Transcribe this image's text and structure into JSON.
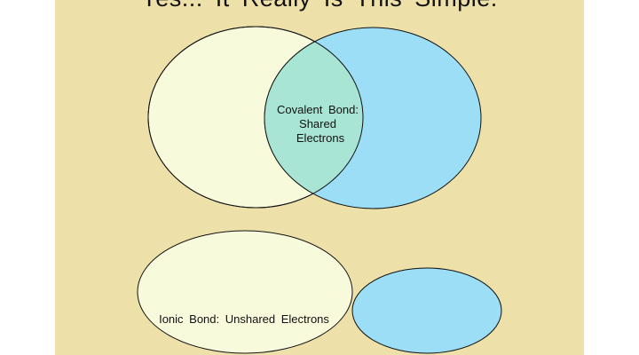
{
  "slide": {
    "title": "Yes... It Really Is This Simple.",
    "covalent_label_line1": "Covalent Bond:",
    "covalent_label_line2": "Shared",
    "covalent_label_line3": "Electrons",
    "ionic_label": "Ionic Bond: Unshared Electrons"
  },
  "colors": {
    "background": "#ede0a9",
    "yellow": "#f7fbdc",
    "blue": "#9cdef5",
    "overlap": "#a9e5d5"
  }
}
